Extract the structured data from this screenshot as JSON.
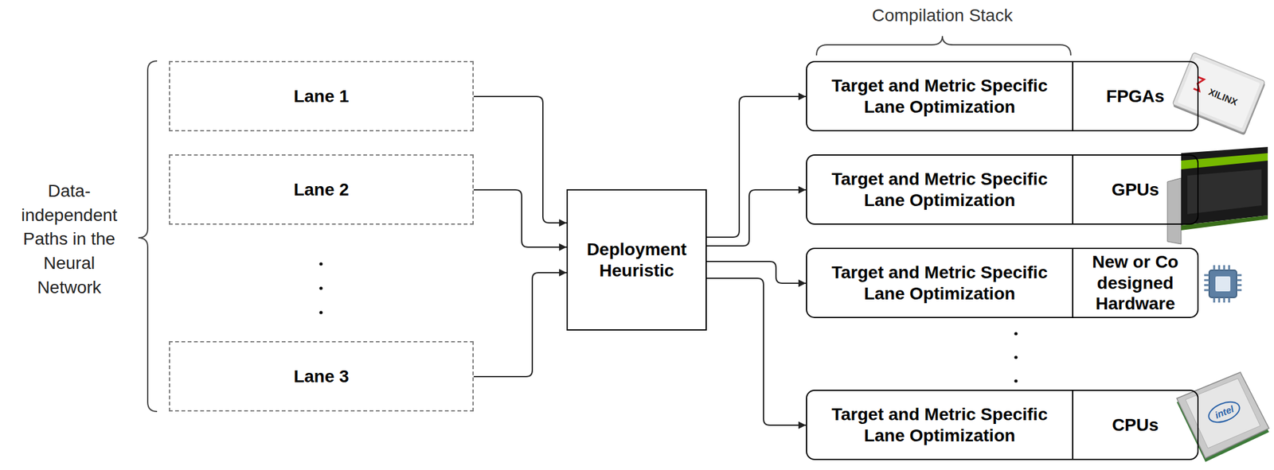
{
  "diagram": {
    "nodes": [
      {
        "text": [
          "Lane 1"
        ]
      },
      {
        "text": [
          "Lane 2"
        ]
      },
      {
        "text": [
          "Lane 3"
        ]
      },
      {
        "text": [
          "Deployment Heuristic"
        ]
      },
      {
        "text": [
          "Target and Metric Specific Lane Optimization",
          "FPGAs"
        ]
      },
      {
        "text": [
          "Target and Metric Specific Lane Optimization",
          "GPUs"
        ]
      },
      {
        "text": [
          "Target and Metric Specific Lane Optimization",
          "New or Co designed Hardware"
        ]
      },
      {
        "text": [
          "Target and Metric Specific Lane Optimization",
          "CPUs"
        ]
      }
    ],
    "edges": [
      {
        "from": 0,
        "to": 3,
        "arrow": "to"
      },
      {
        "from": 1,
        "to": 3,
        "arrow": "to"
      },
      {
        "from": 2,
        "to": 3,
        "arrow": "to"
      },
      {
        "from": 3,
        "to": 4,
        "arrow": "to"
      },
      {
        "from": 3,
        "to": 5,
        "arrow": "to"
      },
      {
        "from": 3,
        "to": 6,
        "arrow": "to"
      },
      {
        "from": 3,
        "to": 7,
        "arrow": "to"
      }
    ],
    "labels": [
      "Data- independent Paths in the Neural Network",
      "Compilation Stack",
      "XILINX",
      "intel"
    ]
  }
}
